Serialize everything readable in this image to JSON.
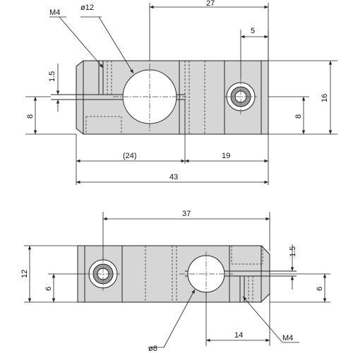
{
  "top_view": {
    "labels": {
      "thread": "M4",
      "bore_diameter": "ø12",
      "dim_27": "27",
      "dim_5": "5",
      "dim_1_5": "1.5",
      "dim_16": "16",
      "dim_8_left": "8",
      "dim_8_right": "8",
      "dim_24": "(24)",
      "dim_19": "19",
      "dim_43": "43"
    }
  },
  "bottom_view": {
    "labels": {
      "dim_37": "37",
      "dim_12": "12",
      "dim_6_left": "6",
      "dim_1_5": "1.5",
      "dim_6_right": "6",
      "bore_diameter": "ø8",
      "dim_14": "14",
      "thread": "M4"
    }
  }
}
